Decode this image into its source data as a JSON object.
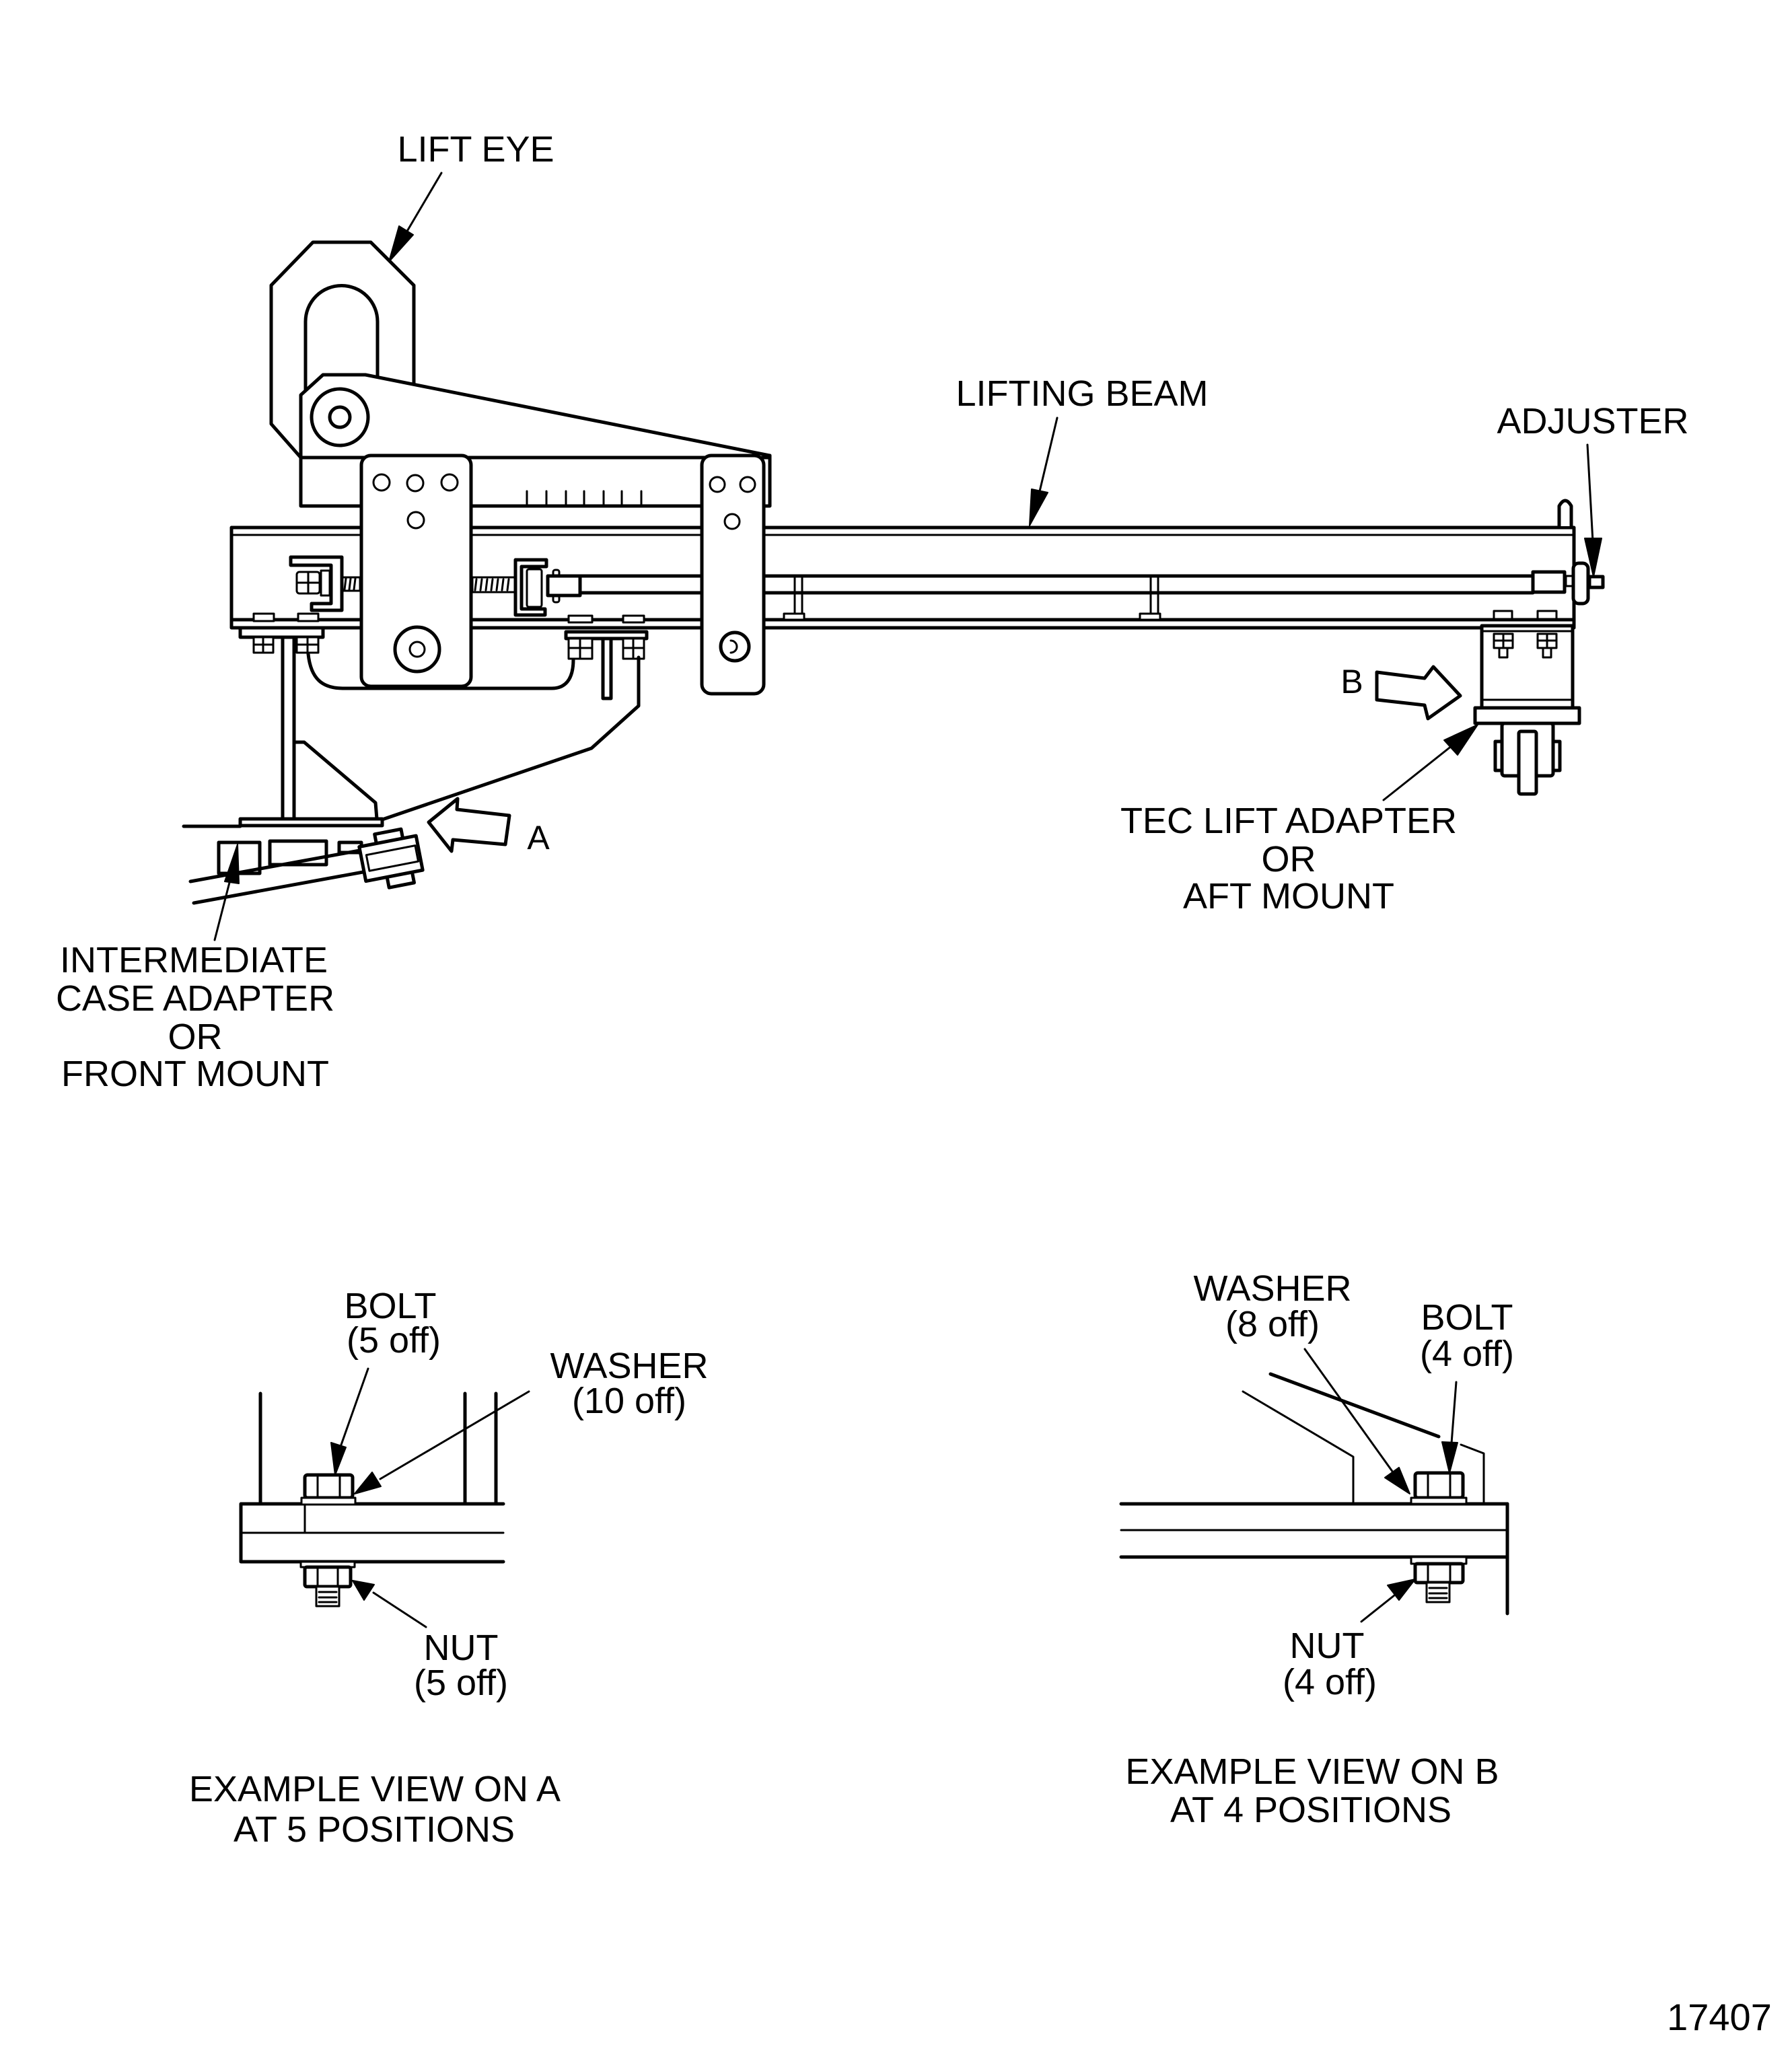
{
  "figure": {
    "number": "17407"
  },
  "main_view": {
    "lift_eye": "LIFT EYE",
    "lifting_beam": "LIFTING BEAM",
    "adjuster": "ADJUSTER",
    "view_a_marker": "A",
    "view_b_marker": "B",
    "aft_mount": [
      "TEC LIFT ADAPTER",
      "OR",
      "AFT MOUNT"
    ],
    "front_mount": [
      "INTERMEDIATE",
      "CASE ADAPTER",
      "OR",
      "FRONT MOUNT"
    ]
  },
  "view_a": {
    "bolt": {
      "name": "BOLT",
      "qty": "(5 off)"
    },
    "washer": {
      "name": "WASHER",
      "qty": "(10 off)"
    },
    "nut": {
      "name": "NUT",
      "qty": "(5 off)"
    },
    "caption": [
      "EXAMPLE VIEW ON A",
      "AT 5 POSITIONS"
    ]
  },
  "view_b": {
    "washer": {
      "name": "WASHER",
      "qty": "(8 off)"
    },
    "bolt": {
      "name": "BOLT",
      "qty": "(4 off)"
    },
    "nut": {
      "name": "NUT",
      "qty": "(4 off)"
    },
    "caption": [
      "EXAMPLE VIEW ON B",
      "AT 4 POSITIONS"
    ]
  }
}
